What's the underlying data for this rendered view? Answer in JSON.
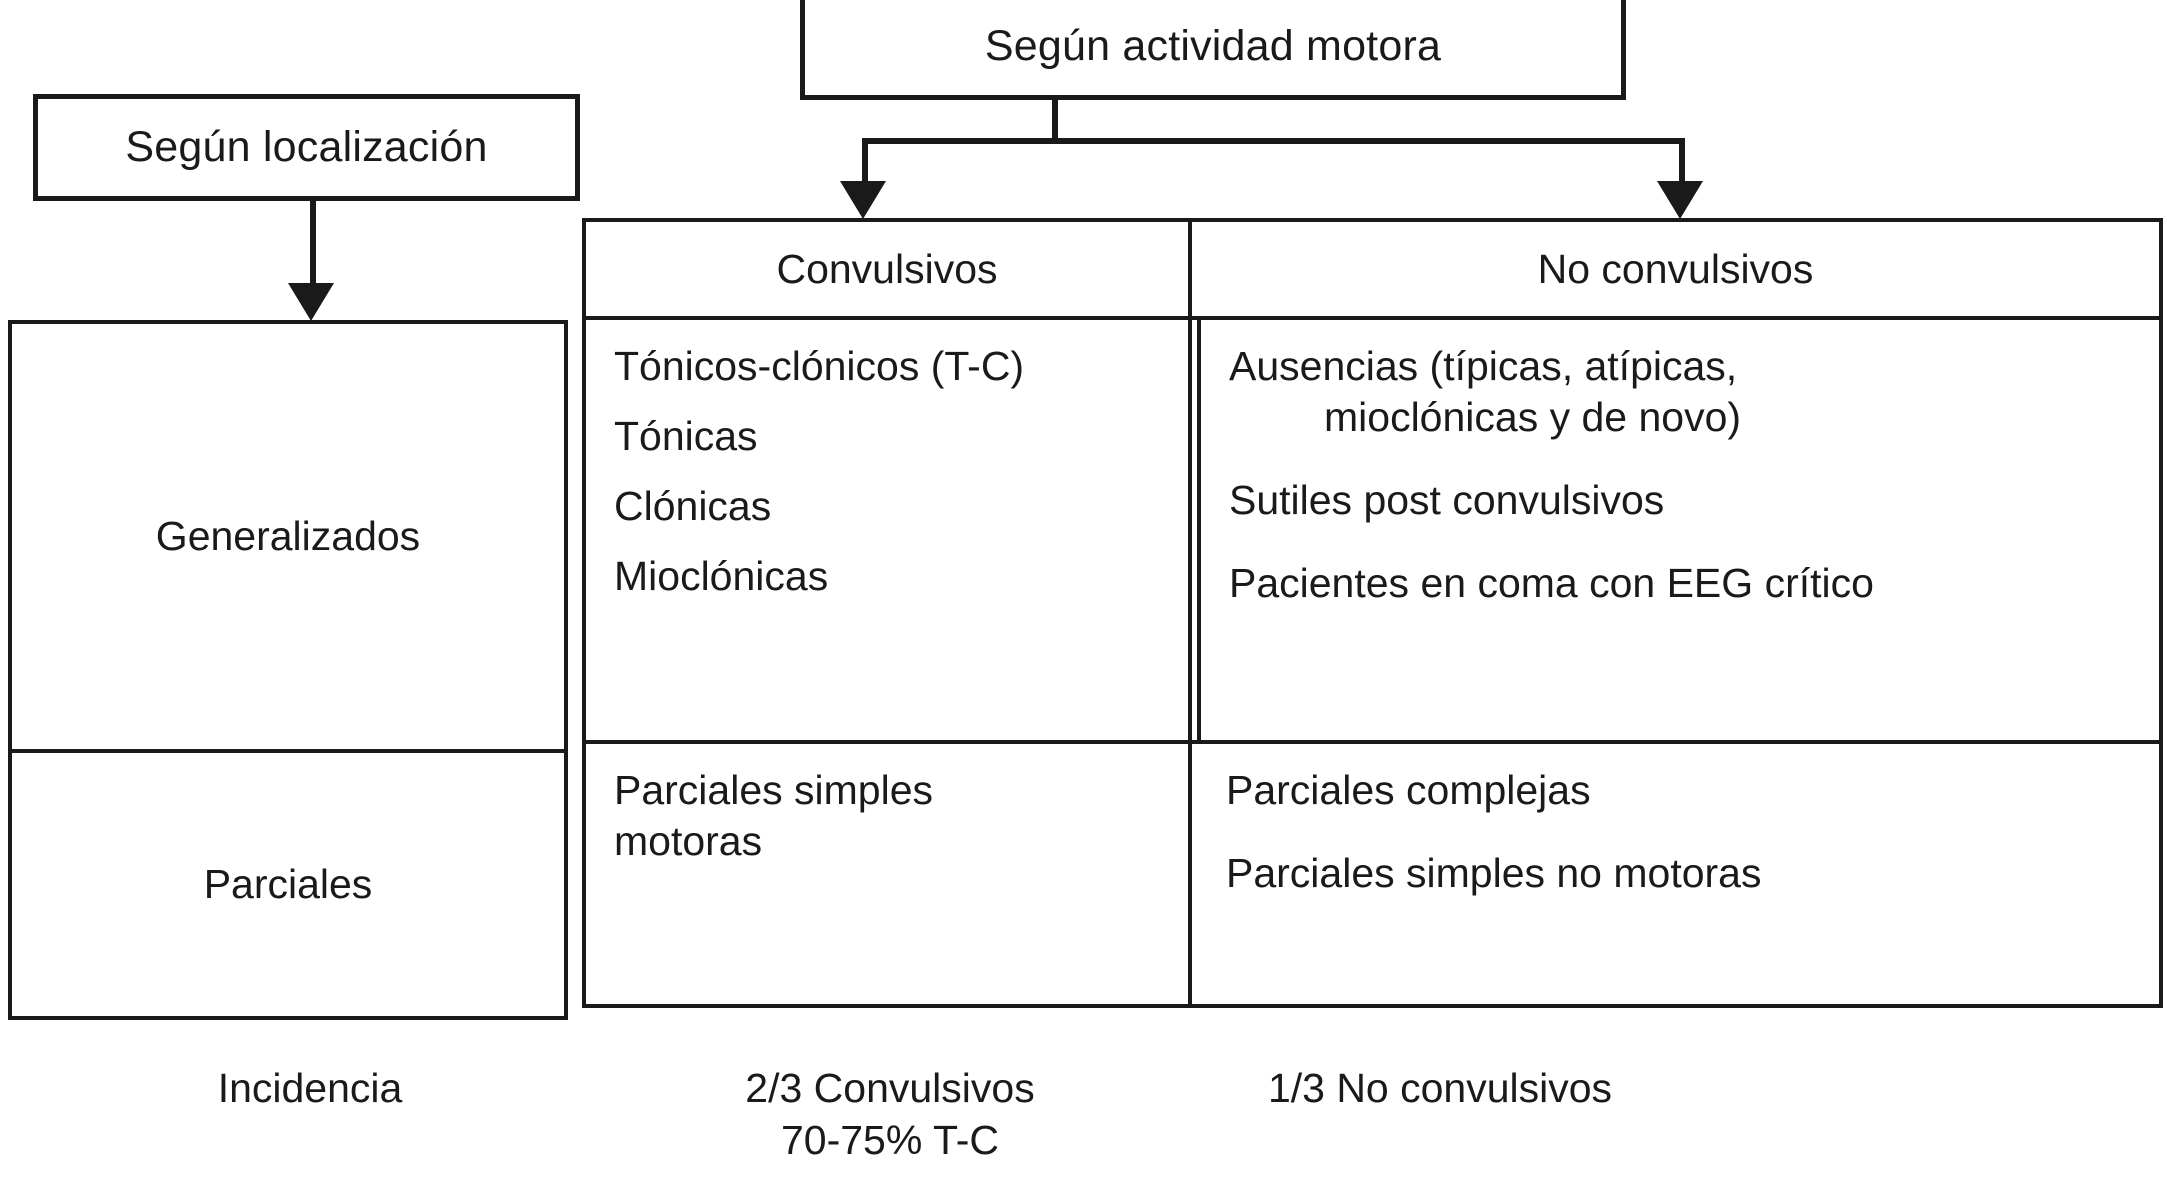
{
  "diagram": {
    "headers": {
      "localizacion": "Según localización",
      "actividad_motora": "Según actividad motora"
    },
    "left_table": {
      "rows": [
        {
          "label": "Generalizados"
        },
        {
          "label": "Parciales"
        }
      ]
    },
    "right_table": {
      "columns": [
        {
          "label": "Convulsivos"
        },
        {
          "label": "No convulsivos"
        }
      ],
      "rows": [
        {
          "row_key": "generalizados",
          "convulsivos": [
            "Tónicos-clónicos (T-C)",
            "Tónicas",
            "Clónicas",
            "Mioclónicas"
          ],
          "no_convulsivos": [
            "Ausencias (típicas, atípicas,",
            "mioclónicas y de novo)",
            "Sutiles post convulsivos",
            "Pacientes en coma con EEG crítico"
          ]
        },
        {
          "row_key": "parciales",
          "convulsivos": [
            "Parciales simples",
            "motoras"
          ],
          "no_convulsivos": [
            "Parciales complejas",
            "Parciales simples no motoras"
          ]
        }
      ]
    },
    "incidence": {
      "label": "Incidencia",
      "convulsivos_line1": "2/3 Convulsivos",
      "convulsivos_line2": "70-75% T-C",
      "no_convulsivos": "1/3 No convulsivos"
    },
    "colors": {
      "line": "#1a1a1a",
      "background": "#ffffff",
      "text": "#1a1a1a"
    }
  }
}
